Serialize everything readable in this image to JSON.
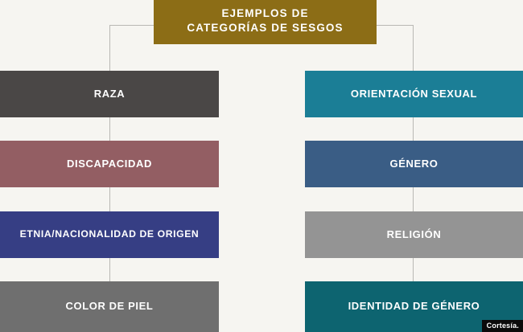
{
  "diagram": {
    "background_color": "#f6f5f1",
    "connector_color": "#b9b8b4",
    "root": {
      "label_line1": "EJEMPLOS DE",
      "label_line2": "CATEGORÍAS DE SESGOS",
      "color": "#8c6d16",
      "text_color": "#ffffff"
    },
    "left_column": [
      {
        "label": "RAZA",
        "color": "#4a4746",
        "text_color": "#ffffff"
      },
      {
        "label": "DISCAPACIDAD",
        "color": "#935e63",
        "text_color": "#ffffff"
      },
      {
        "label_line1": "ETNIA/NACIONALIDAD DE",
        "label_line2": "ORIGEN",
        "color": "#363e84",
        "text_color": "#ffffff"
      },
      {
        "label": "COLOR DE PIEL",
        "color": "#6f6f6f",
        "text_color": "#ffffff"
      }
    ],
    "right_column": [
      {
        "label": "ORIENTACIÓN SEXUAL",
        "color": "#1b7e96",
        "text_color": "#ffffff"
      },
      {
        "label": "GÉNERO",
        "color": "#3a5d85",
        "text_color": "#ffffff"
      },
      {
        "label": "RELIGIÓN",
        "color": "#949494",
        "text_color": "#ffffff"
      },
      {
        "label": "IDENTIDAD DE GÉNERO",
        "color": "#0d6470",
        "text_color": "#ffffff"
      }
    ]
  },
  "watermark": {
    "text": "Cortesía."
  }
}
